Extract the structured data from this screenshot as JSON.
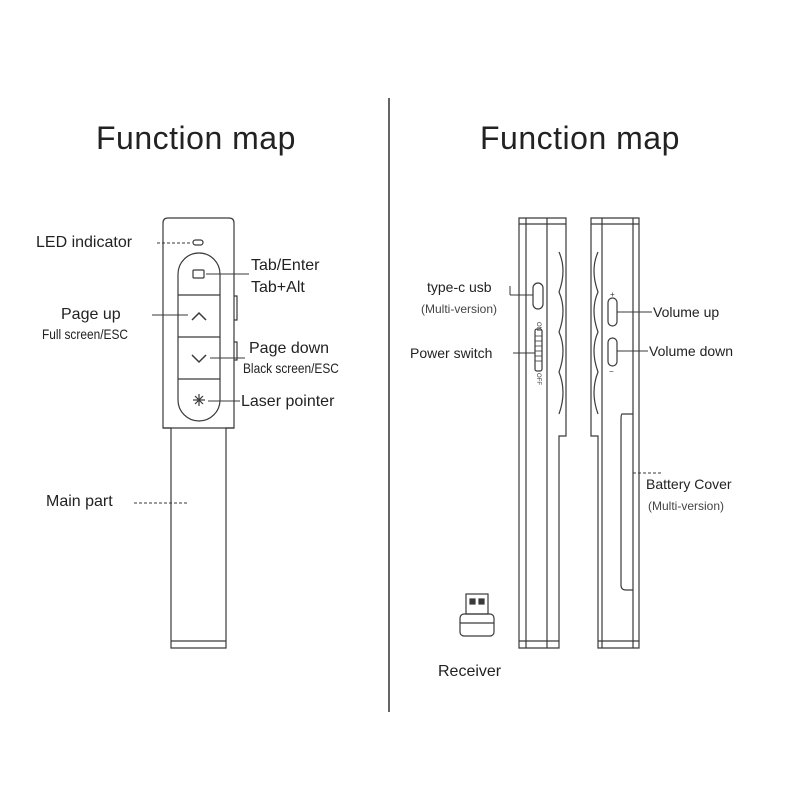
{
  "left": {
    "title": "Function map",
    "labels": {
      "led": "LED indicator",
      "tab_enter": "Tab/Enter",
      "tab_alt": "Tab+Alt",
      "page_up": "Page up",
      "full_screen": "Full screen/ESC",
      "page_down": "Page down",
      "black_screen": "Black screen/ESC",
      "laser": "Laser pointer",
      "main_part": "Main part"
    }
  },
  "right": {
    "title": "Function map",
    "labels": {
      "type_c": "type-c usb",
      "multi_version_1": "(Multi-version)",
      "power_switch": "Power switch",
      "volume_up": "Volume up",
      "volume_down": "Volume down",
      "battery_cover": "Battery Cover",
      "multi_version_2": "(Multi-version)",
      "receiver": "Receiver"
    },
    "switch_marks": {
      "on": "ON",
      "off": "OFF",
      "plus": "+",
      "minus": "−"
    }
  },
  "colors": {
    "line": "#3a3a3a",
    "divider": "#333333",
    "background": "#ffffff"
  }
}
